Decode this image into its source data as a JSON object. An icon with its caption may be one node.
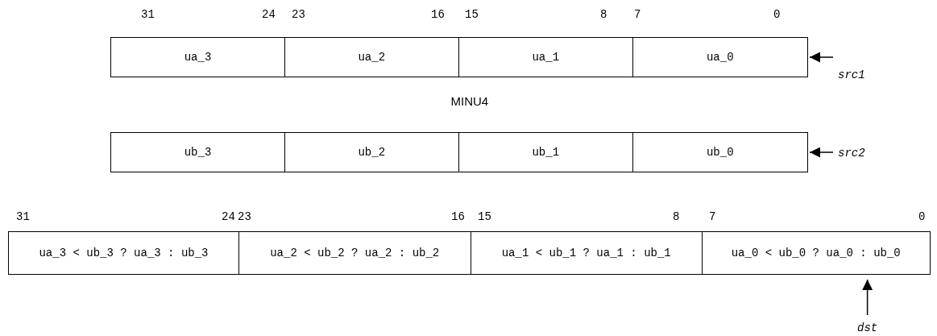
{
  "diagram": {
    "nodes": [
      {
        "text": [
          "ua_3"
        ]
      },
      {
        "text": [
          "ua_2"
        ]
      },
      {
        "text": [
          "ua_1"
        ]
      },
      {
        "text": [
          "ua_0"
        ]
      },
      {
        "text": [
          "src1"
        ]
      },
      {
        "text": [
          "ub_3"
        ]
      },
      {
        "text": [
          "ub_2"
        ]
      },
      {
        "text": [
          "ub_1"
        ]
      },
      {
        "text": [
          "ub_0"
        ]
      },
      {
        "text": [
          "src2"
        ]
      },
      {
        "text": [
          "ua_3 < ub_3 ? ua_3 : ub_3"
        ]
      },
      {
        "text": [
          "ua_2 < ub_2 ? ua_2 : ub_2"
        ]
      },
      {
        "text": [
          "ua_1 < ub_1 ? ua_1 : ub_1"
        ]
      },
      {
        "text": [
          "ua_0 < ub_0 ? ua_0 : ub_0"
        ]
      },
      {
        "text": [
          "dst"
        ]
      }
    ],
    "edges": [
      {
        "from": 4,
        "to": 3,
        "arrow": "to"
      },
      {
        "from": 9,
        "to": 8,
        "arrow": "to"
      },
      {
        "from": 14,
        "to": 13,
        "arrow": "to"
      }
    ],
    "labels": [
      "31",
      "24",
      "23",
      "16",
      "15",
      "8",
      "7",
      "0",
      "MINU4",
      "31",
      "24",
      "23",
      "16",
      "15",
      "8",
      "7",
      "0"
    ]
  }
}
